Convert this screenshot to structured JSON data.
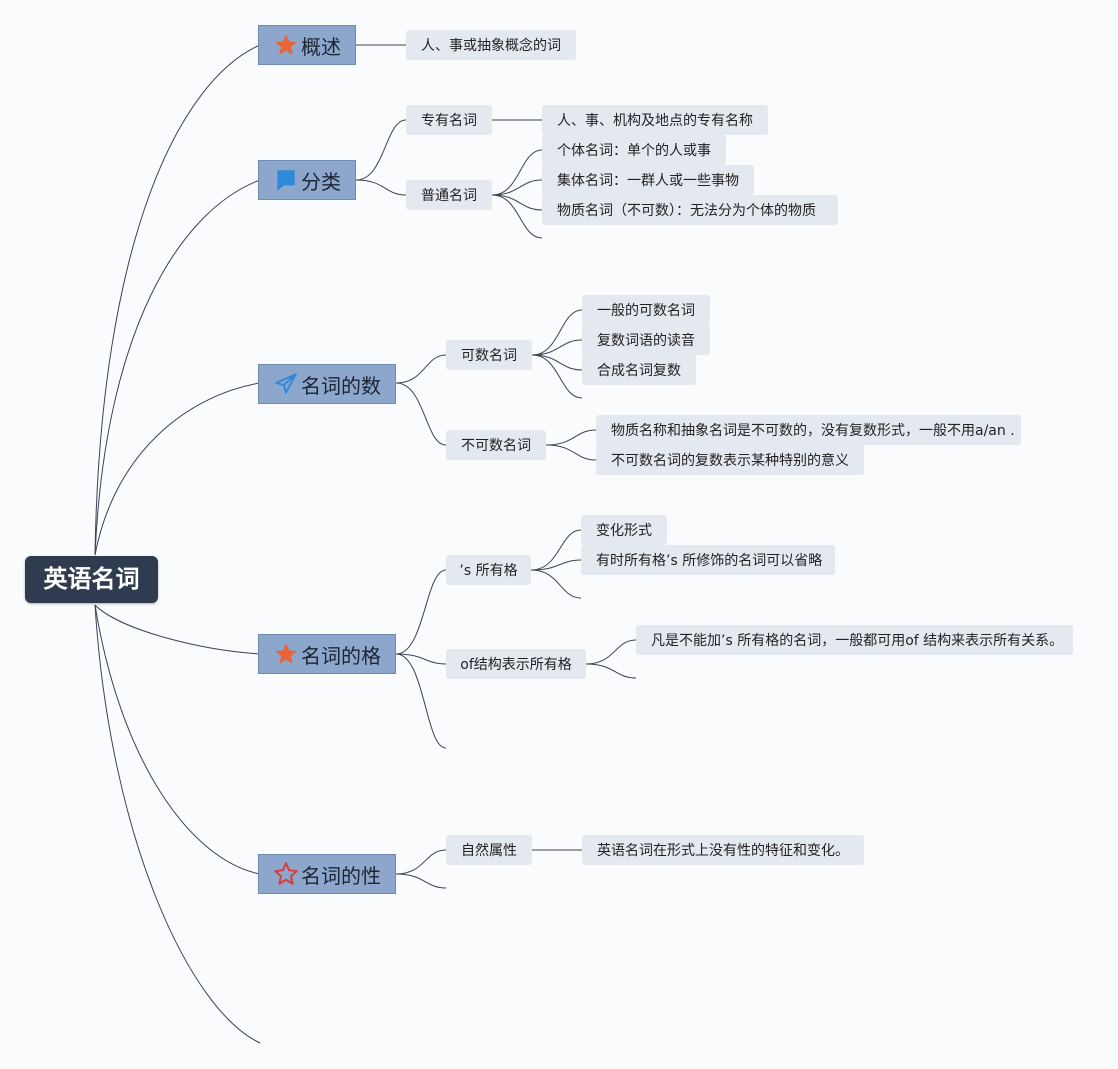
{
  "root": "英语名词",
  "colors": {
    "root_bg": "#2f3b4e",
    "main_bg": "#8ca6cc",
    "node_bg": "#e4e8ef",
    "line": "#3a4355",
    "star_orange": "#e8643a",
    "flag_blue": "#2e8ad8",
    "star_outline_red": "#d93b3b"
  },
  "branches": [
    {
      "label": "概述",
      "icon": "star-icon",
      "children": [
        {
          "label": "人、事或抽象概念的词"
        }
      ]
    },
    {
      "label": "分类",
      "icon": "flag-icon",
      "children": [
        {
          "label": "专有名词",
          "children": [
            "人、事、机构及地点的专有名称"
          ]
        },
        {
          "label": "普通名词",
          "children": [
            "个体名词：单个的人或事",
            "集体名词：一群人或一些事物",
            "物质名词（不可数）：无法分为个体的物质"
          ]
        }
      ]
    },
    {
      "label": "名词的数",
      "icon": "paper-plane-icon",
      "children": [
        {
          "label": "可数名词",
          "children": [
            "一般的可数名词",
            "复数词语的读音",
            "合成名词复数"
          ]
        },
        {
          "label": "不可数名词",
          "children": [
            "物质名称和抽象名词是不可数的，没有复数形式，一般不用a/an .",
            "不可数名词的复数表示某种特别的意义"
          ]
        }
      ]
    },
    {
      "label": "名词的格",
      "icon": "star-icon",
      "children": [
        {
          "label": "’s 所有格",
          "children": [
            "变化形式",
            "有时所有格’s 所修饰的名词可以省略"
          ]
        },
        {
          "label": "of结构表示所有格",
          "children": [
            "凡是不能加’s 所有格的名词，一般都可用of 结构来表示所有关系。"
          ]
        }
      ]
    },
    {
      "label": "名词的性",
      "icon": "star-outline-icon",
      "children": [
        {
          "label": "自然属性",
          "children": [
            "英语名词在形式上没有性的特征和变化。"
          ]
        }
      ]
    }
  ]
}
